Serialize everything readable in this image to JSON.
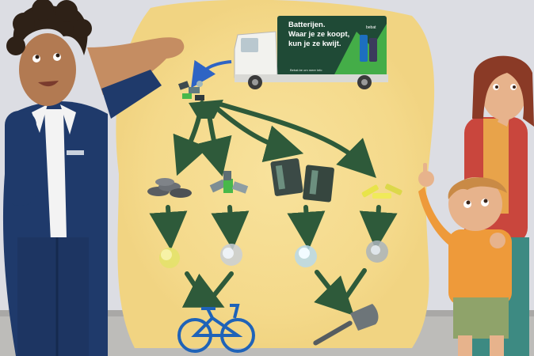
{
  "truck": {
    "line1": "Batterijen.",
    "line2": "Waar je ze koopt,",
    "line3": "kun je ze kwijt.",
    "footer": "Bebat.be om meer info",
    "logo": "bebat"
  },
  "colors": {
    "wall": "#dcdde3",
    "glow": "#f6dd8e",
    "arrow": "#2e5a3a",
    "accent_green": "#48b84a",
    "truck_ad": "#1f4a36",
    "bike": "#1f63b8",
    "floor": "#bdbcb9"
  },
  "icons": [
    "truck-icon",
    "battery-pile-icon",
    "arrow-icon",
    "coin-cell-battery-icon",
    "aa-battery-icon",
    "car-battery-icon",
    "spark-icon",
    "bicycle-icon",
    "shovel-icon"
  ]
}
